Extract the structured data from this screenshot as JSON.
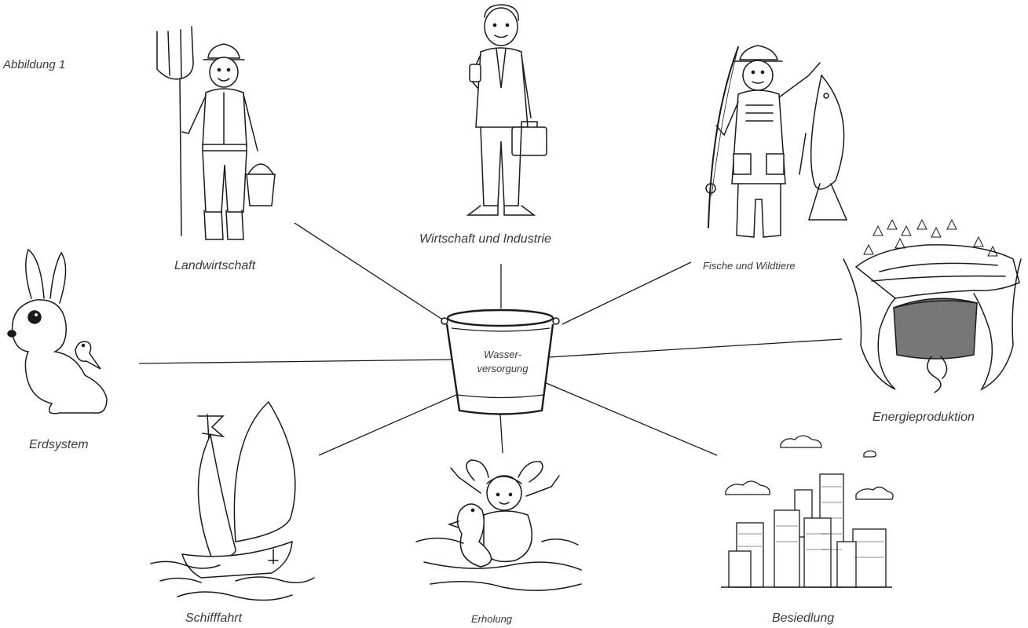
{
  "caption": "Abbildung 1",
  "center": {
    "line1": "Wasser-",
    "line2": "versorgung"
  },
  "sectors": {
    "landwirtschaft": "Landwirtschaft",
    "wirtschaft": "Wirtschaft und Industrie",
    "fische": "Fische und Wildtiere",
    "energie": "Energieproduktion",
    "erdsystem": "Erdsystem",
    "schifffahrt": "Schifffahrt",
    "erholung": "Erholung",
    "besiedlung": "Besiedlung"
  },
  "illustrations": {
    "landwirtschaft": "farmer-with-pitchfork-and-bucket",
    "wirtschaft": "businessman-with-briefcase",
    "fische": "angler-with-fish",
    "energie": "hydroelectric-dam",
    "erdsystem": "rabbit-with-bird",
    "schifffahrt": "sailboat-on-waves",
    "erholung": "child-swimming-with-duck-ring",
    "besiedlung": "city-skyline"
  },
  "colors": {
    "line": "#1a1a1a",
    "text": "#3a3a3a",
    "dam_fill": "#777777"
  }
}
